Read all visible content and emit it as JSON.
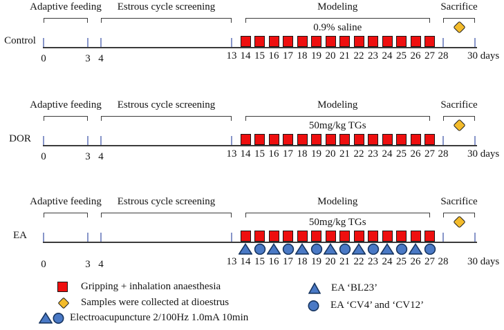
{
  "timeline": {
    "phases": [
      {
        "label": "Adaptive feeding",
        "span": [
          0,
          3
        ]
      },
      {
        "label": "Estrous cycle screening",
        "span": [
          4,
          13
        ]
      },
      {
        "label": "Modeling",
        "span": [
          14,
          27
        ]
      },
      {
        "label": "Sacrifice",
        "span": [
          28,
          30
        ]
      }
    ],
    "rows": [
      {
        "group": "Control",
        "treatment": "0.9% saline",
        "square_days": [
          14,
          15,
          16,
          17,
          18,
          19,
          20,
          21,
          22,
          23,
          24,
          25,
          26,
          27
        ],
        "ea_symbols": []
      },
      {
        "group": "DOR",
        "treatment": "50mg/kg TGs",
        "square_days": [
          14,
          15,
          16,
          17,
          18,
          19,
          20,
          21,
          22,
          23,
          24,
          25,
          26,
          27
        ],
        "ea_symbols": []
      },
      {
        "group": "EA",
        "treatment": "50mg/kg TGs",
        "square_days": [
          14,
          15,
          16,
          17,
          18,
          19,
          20,
          21,
          22,
          23,
          24,
          25,
          26,
          27
        ],
        "ea_symbols": [
          {
            "day": 14,
            "symbol": "triangle"
          },
          {
            "day": 15,
            "symbol": "circle"
          },
          {
            "day": 16,
            "symbol": "triangle"
          },
          {
            "day": 17,
            "symbol": "circle"
          },
          {
            "day": 18,
            "symbol": "triangle"
          },
          {
            "day": 19,
            "symbol": "circle"
          },
          {
            "day": 20,
            "symbol": "triangle"
          },
          {
            "day": 21,
            "symbol": "circle"
          },
          {
            "day": 22,
            "symbol": "triangle"
          },
          {
            "day": 23,
            "symbol": "circle"
          },
          {
            "day": 24,
            "symbol": "triangle"
          },
          {
            "day": 25,
            "symbol": "circle"
          },
          {
            "day": 26,
            "symbol": "triangle"
          },
          {
            "day": 27,
            "symbol": "circle"
          }
        ]
      }
    ],
    "tick_days": [
      0,
      3,
      4,
      13,
      28,
      30
    ],
    "day_labels": [
      {
        "day": 0,
        "text": "0"
      },
      {
        "day": 3,
        "text": "3"
      },
      {
        "day": 4,
        "text": "4"
      },
      {
        "day": 13,
        "text": "13"
      },
      {
        "day": 14,
        "text": "14"
      },
      {
        "day": 15,
        "text": "15"
      },
      {
        "day": 16,
        "text": "16"
      },
      {
        "day": 17,
        "text": "17"
      },
      {
        "day": 18,
        "text": "18"
      },
      {
        "day": 19,
        "text": "19"
      },
      {
        "day": 20,
        "text": "20"
      },
      {
        "day": 21,
        "text": "21"
      },
      {
        "day": 22,
        "text": "22"
      },
      {
        "day": 23,
        "text": "23"
      },
      {
        "day": 24,
        "text": "24"
      },
      {
        "day": 25,
        "text": "25"
      },
      {
        "day": 26,
        "text": "26"
      },
      {
        "day": 27,
        "text": "27"
      },
      {
        "day": 28,
        "text": "28"
      },
      {
        "day": 30,
        "text": "30 days"
      }
    ]
  },
  "legend": {
    "left": [
      {
        "symbol": "red-square",
        "text": "Gripping + inhalation anaesthesia"
      },
      {
        "symbol": "gold-diamond",
        "text": "Samples were collected at dioestrus"
      },
      {
        "symbol": "blue-triangle-and-circle",
        "text": "Electroacupuncture 2/100Hz 1.0mA 10min"
      }
    ],
    "right": [
      {
        "symbol": "blue-triangle",
        "text": "EA ‘BL23’"
      },
      {
        "symbol": "blue-circle",
        "text": "EA ‘CV4’ and ‘CV12’"
      }
    ]
  },
  "colors": {
    "square_red": "#ee0f0f",
    "diamond_gold": "#f3bb2b",
    "ea_blue": "#4a79c5",
    "ea_blue_outline": "#16345f",
    "tick_blue": "#8795c9",
    "line": "#3a3a3a"
  }
}
